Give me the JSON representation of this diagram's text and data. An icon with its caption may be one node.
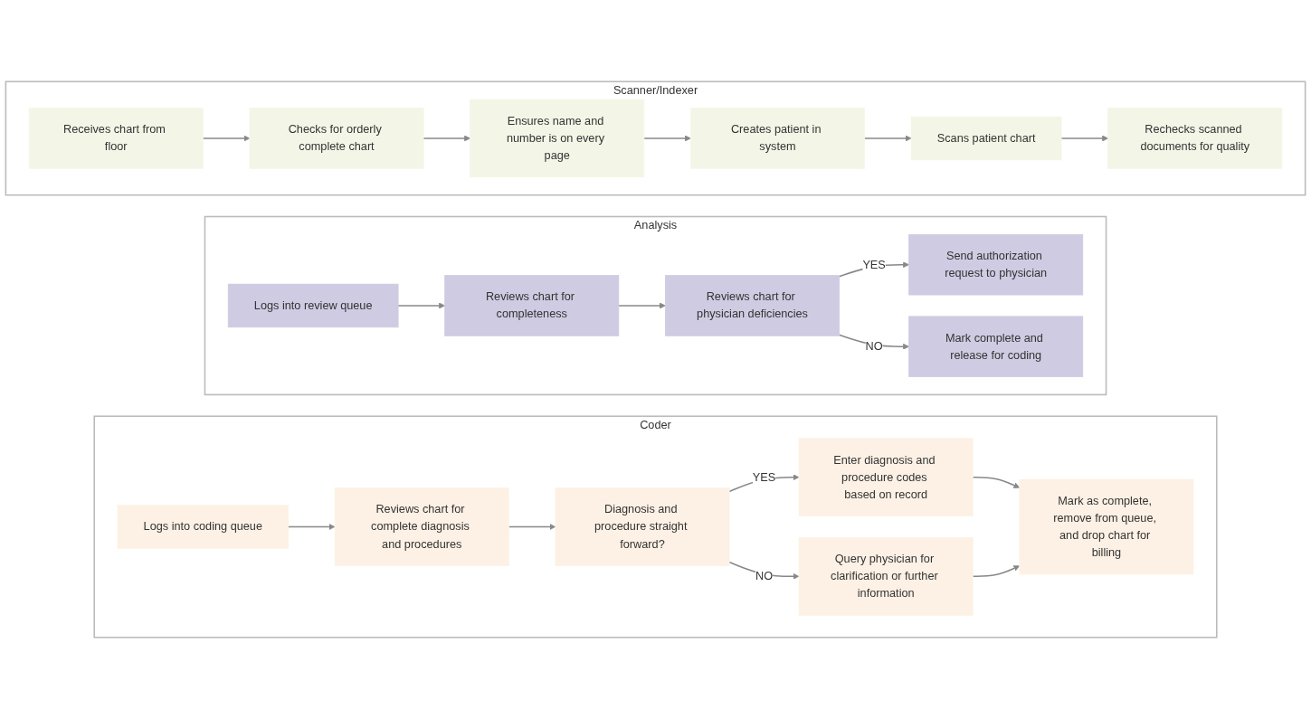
{
  "diagram": {
    "nodes": [
      {
        "text": [
          "Scanner/Indexer"
        ]
      },
      {
        "text": [
          "Receives chart from floor"
        ],
        "in": 0
      },
      {
        "text": [
          "Checks for orderly complete chart"
        ],
        "in": 0
      },
      {
        "text": [
          "Ensures name and number is on every page"
        ],
        "in": 0
      },
      {
        "text": [
          "Creates patient in system"
        ],
        "in": 0
      },
      {
        "text": [
          "Scans patient chart"
        ],
        "in": 0
      },
      {
        "text": [
          "Rechecks scanned documents for quality"
        ],
        "in": 0
      },
      {
        "text": [
          "Analysis"
        ]
      },
      {
        "text": [
          "Logs into review queue"
        ],
        "in": 7
      },
      {
        "text": [
          "Reviews chart for completeness"
        ],
        "in": 7
      },
      {
        "text": [
          "Reviews chart for physician deficiencies"
        ],
        "in": 7
      },
      {
        "text": [
          "Send authorization request to physician"
        ],
        "in": 7
      },
      {
        "text": [
          "Mark complete and release for coding"
        ],
        "in": 7
      },
      {
        "text": [
          "Coder"
        ]
      },
      {
        "text": [
          "Logs into coding queue"
        ],
        "in": 13
      },
      {
        "text": [
          "Reviews chart for complete diagnosis and procedures"
        ],
        "in": 13
      },
      {
        "text": [
          "Diagnosis and procedure straight forward?"
        ],
        "in": 13
      },
      {
        "text": [
          "Enter diagnosis and procedure codes based on record"
        ],
        "in": 13
      },
      {
        "text": [
          "Query physician for clarification or further information"
        ],
        "in": 13
      },
      {
        "text": [
          "Mark as complete, remove from queue, and drop chart for billing"
        ],
        "in": 13
      }
    ],
    "edges": [
      {
        "from": 1,
        "to": 2,
        "arrow": "to"
      },
      {
        "from": 2,
        "to": 3,
        "arrow": "to"
      },
      {
        "from": 3,
        "to": 4,
        "arrow": "to"
      },
      {
        "from": 4,
        "to": 5,
        "arrow": "to"
      },
      {
        "from": 5,
        "to": 6,
        "arrow": "to"
      },
      {
        "from": 8,
        "to": 9,
        "arrow": "to"
      },
      {
        "from": 9,
        "to": 10,
        "arrow": "to"
      },
      {
        "from": 10,
        "to": 11,
        "arrow": "to",
        "label": "YES"
      },
      {
        "from": 10,
        "to": 12,
        "arrow": "to",
        "label": "NO"
      },
      {
        "from": 14,
        "to": 15,
        "arrow": "to"
      },
      {
        "from": 15,
        "to": 16,
        "arrow": "to"
      },
      {
        "from": 16,
        "to": 17,
        "arrow": "to",
        "label": "YES"
      },
      {
        "from": 16,
        "to": 18,
        "arrow": "to",
        "label": "NO"
      },
      {
        "from": 17,
        "to": 19,
        "arrow": "to"
      },
      {
        "from": 18,
        "to": 19,
        "arrow": "to"
      }
    ]
  }
}
